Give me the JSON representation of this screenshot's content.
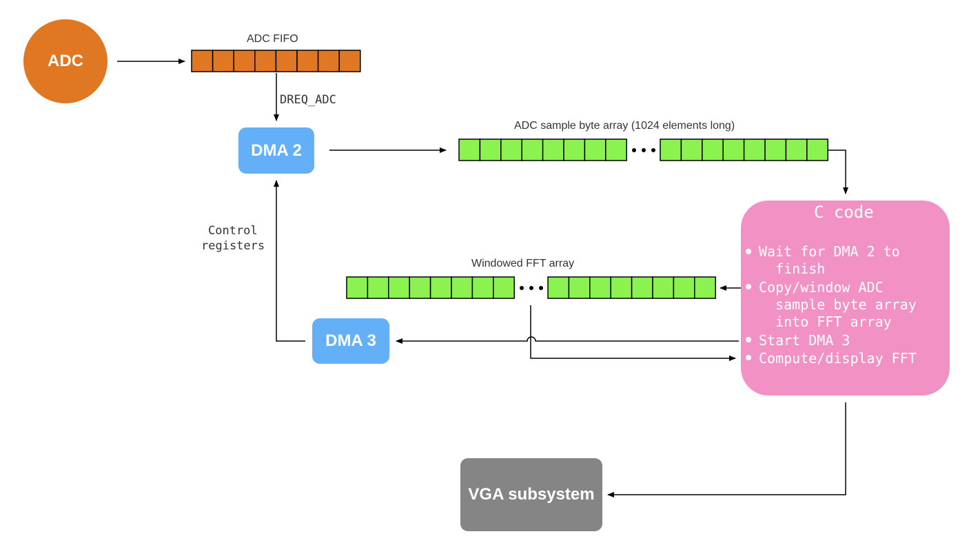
{
  "colors": {
    "adc": "#e07722",
    "dma": "#64b0f8",
    "vga": "#858585",
    "ccode": "#f191c4",
    "fifo_cell": "#e07722",
    "array_cell": "#8cf24f",
    "line": "#000000"
  },
  "nodes": {
    "adc": "ADC",
    "dma2": "DMA 2",
    "dma3": "DMA 3",
    "vga": "VGA subsystem"
  },
  "labels": {
    "adc_fifo": "ADC FIFO",
    "dreq": "DREQ_ADC",
    "sample_array": "ADC sample byte array (1024 elements long)",
    "fft_array": "Windowed FFT array",
    "control_line1": "Control",
    "control_line2": "registers"
  },
  "ccode": {
    "title": "C code",
    "bullets": [
      "Wait for DMA 2 to\n  finish",
      "Copy/window ADC\n  sample byte array\n  into FFT array",
      "Start DMA 3",
      "Compute/display FFT"
    ]
  }
}
